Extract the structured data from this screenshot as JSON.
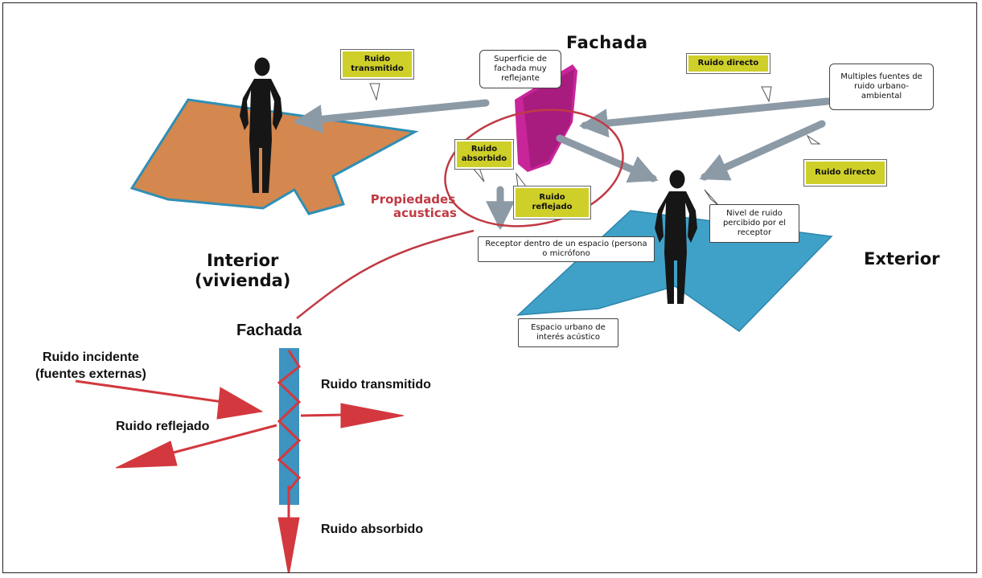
{
  "top": {
    "facade_title": "Fachada",
    "interior_label_line1": "Interior",
    "interior_label_line2": "(vivienda)",
    "exterior_label": "Exterior",
    "acoustic_properties_line1": "Propiedades",
    "acoustic_properties_line2": "acusticas"
  },
  "callouts": {
    "transmitted": "Ruido transmitido",
    "facade_surface": "Superficie de fachada muy reflejante",
    "direct_1": "Ruido directo",
    "multiple_sources": "Multiples fuentes de ruido urbano-ambiental",
    "absorbed": "Ruido absorbido",
    "reflected": "Ruido reflejado",
    "direct_2": "Ruido directo",
    "receiver_level": "Nivel de ruido percibido por el receptor",
    "receiver_inside": "Receptor dentro de un espacio (persona o micrófono",
    "urban_space": "Espacio urbano de interés acústico"
  },
  "bottom": {
    "facade_title": "Fachada",
    "incident_line1": "Ruido incidente",
    "incident_line2": "(fuentes externas)",
    "reflected": "Ruido reflejado",
    "transmitted": "Ruido transmitido",
    "absorbed": "Ruido absorbido"
  },
  "colors": {
    "interior_floor": "#d4874e",
    "exterior_floor": "#3fa1c8",
    "facade_magenta": "#c9259a",
    "arrow_grey": "#8c9aa6",
    "arrow_red": "#d2383e",
    "callout_yellow": "#cfcf2a",
    "bottom_wall": "#3e93c0"
  }
}
